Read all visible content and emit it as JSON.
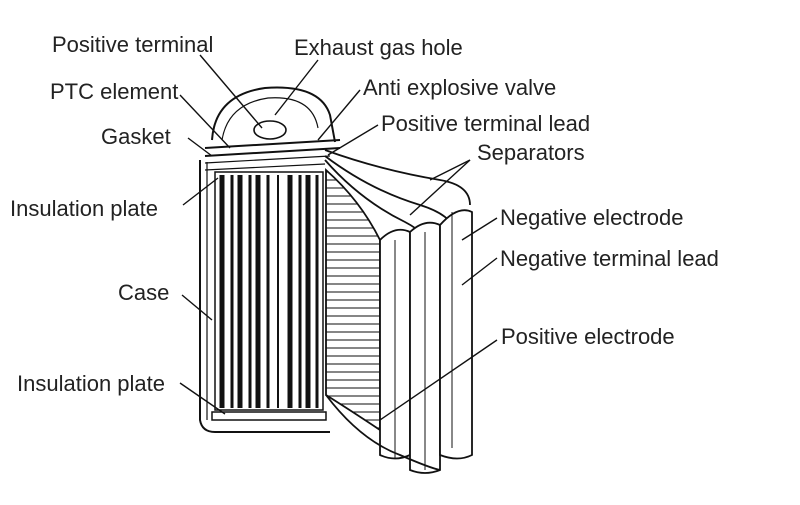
{
  "labels": {
    "positive_terminal": "Positive terminal",
    "exhaust_gas_hole": "Exhaust gas hole",
    "ptc_element": "PTC element",
    "anti_explosive_valve": "Anti explosive valve",
    "gasket": "Gasket",
    "positive_terminal_lead": "Positive terminal lead",
    "separators": "Separators",
    "insulation_plate_top": "Insulation plate",
    "negative_electrode": "Negative electrode",
    "negative_terminal_lead": "Negative terminal lead",
    "case": "Case",
    "positive_electrode": "Positive electrode",
    "insulation_plate_bottom": "Insulation plate"
  }
}
